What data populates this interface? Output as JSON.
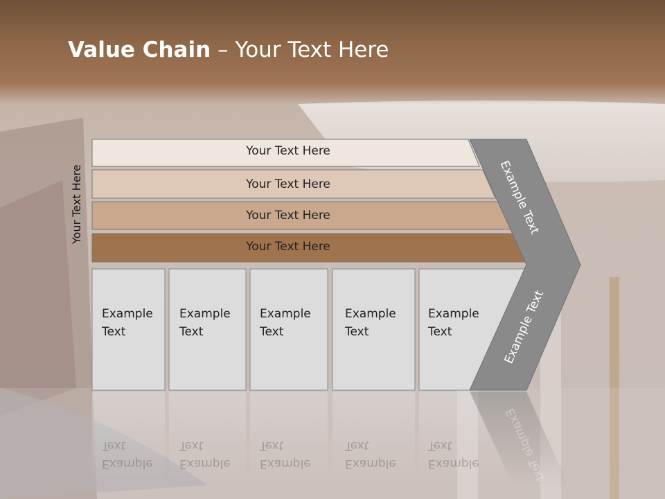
{
  "slide": {
    "title_bold": "Value Chain",
    "title_rest": " – Your Text Here",
    "side_label": "Your Text Here"
  },
  "rows": [
    {
      "label": "Your Text Here",
      "color": "#efe6de"
    },
    {
      "label": "Your Text Here",
      "color": "#dec8b8"
    },
    {
      "label": "Your Text Here",
      "color": "#c9a88e"
    },
    {
      "label": "Your Text Here",
      "color": "#a0734f"
    }
  ],
  "cells": [
    {
      "line1": "Example",
      "line2": "Text"
    },
    {
      "line1": "Example",
      "line2": "Text"
    },
    {
      "line1": "Example",
      "line2": "Text"
    },
    {
      "line1": "Example",
      "line2": "Text"
    },
    {
      "line1": "Example",
      "line2": "Text"
    }
  ],
  "chevron": {
    "top_label": "Example Text",
    "bottom_label": "Example Text",
    "color": "#8a8a8a"
  }
}
